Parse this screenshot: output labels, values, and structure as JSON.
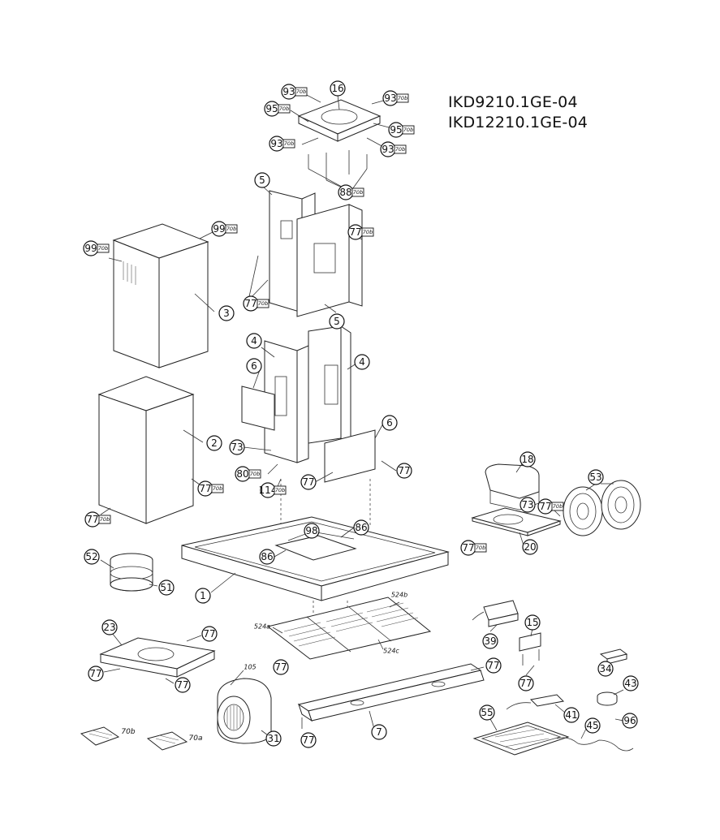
{
  "models": {
    "line1": "IKD9210.1GE-04",
    "line2": "IKD12210.1GE-04"
  },
  "tag": "70b",
  "tag_a": "70a",
  "callouts": {
    "c16": "16",
    "c93": "93",
    "c95": "95",
    "c88": "88",
    "c5": "5",
    "c77": "77",
    "c99": "99",
    "c3": "3",
    "c4": "4",
    "c6": "6",
    "c2": "2",
    "c73": "73",
    "c80": "80",
    "c114": "114",
    "c18": "18",
    "c53": "53",
    "c20": "20",
    "c98": "98",
    "c86": "86",
    "c52": "52",
    "c51": "51",
    "c1": "1",
    "c524b": "524b",
    "c524a": "524a",
    "c524c": "524c",
    "c23": "23",
    "c15": "15",
    "c39": "39",
    "c105": "105",
    "c7": "7",
    "c34": "34",
    "c43": "43",
    "c41": "41",
    "c55": "55",
    "c45": "45",
    "c96": "96",
    "c31": "31",
    "c70b": "70b",
    "c70a": "70a"
  }
}
